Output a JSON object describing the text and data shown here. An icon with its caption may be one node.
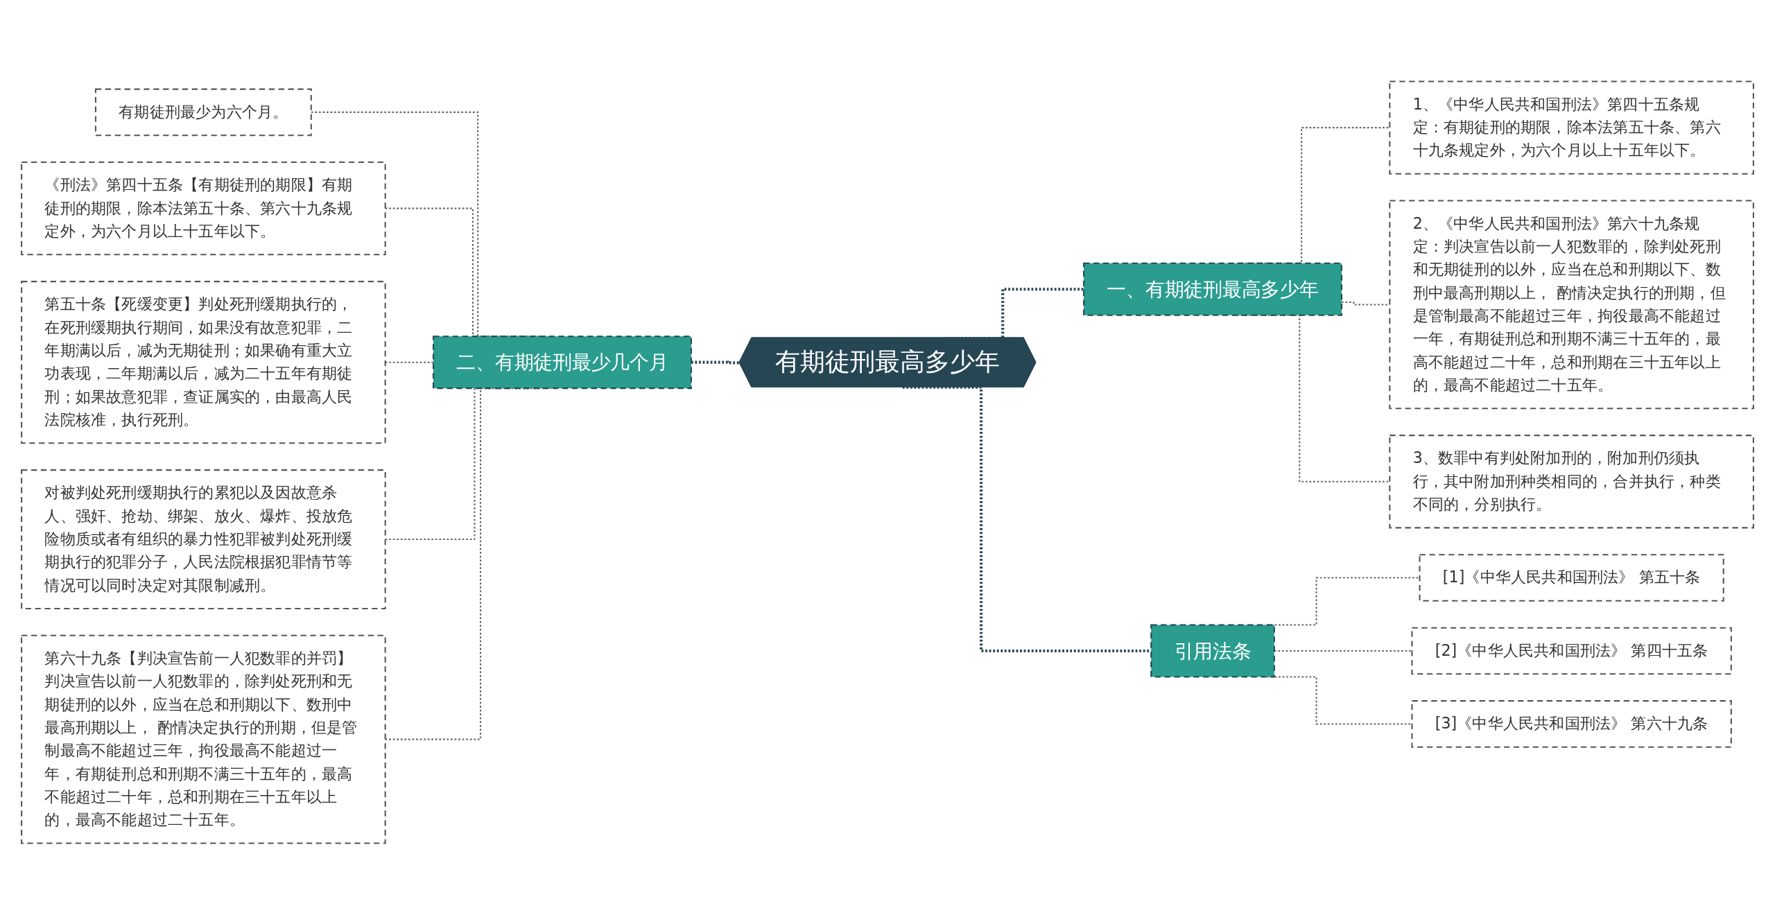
{
  "diagram": {
    "nodes": [
      {
        "text": [
          "有期徒刑最高多少年"
        ]
      },
      {
        "text": [
          "一、有期徒刑最高多少年"
        ]
      },
      {
        "text": [
          "1、《中华人民共和国刑法》第四十五条规定：有期徒刑的期限，除本法第五十条、第六十九条规定外，为六个月以上十五年以下。"
        ]
      },
      {
        "text": [
          "2、《中华人民共和国刑法》第六十九条规定：判决宣告以前一人犯数罪的，除判处死刑和无期徒刑的以外，应当在总和刑期以下、数刑中最高刑期以上， 酌情决定执行的刑期，但是管制最高不能超过三年，拘役最高不能超过一年，有期徒刑总和刑期不满三十五年的，最高不能超过二十年，总和刑期在三十五年以上的，最高不能超过二十五年。"
        ]
      },
      {
        "text": [
          "3、数罪中有判处附加刑的，附加刑仍须执行，其中附加刑种类相同的，合并执行，种类不同的，分别执行。"
        ]
      },
      {
        "text": [
          "二、有期徒刑最少几个月"
        ]
      },
      {
        "text": [
          "有期徒刑最少为六个月。"
        ]
      },
      {
        "text": [
          "《刑法》第四十五条【有期徒刑的期限】有期徒刑的期限，除本法第五十条、第六十九条规定外，为六个月以上十五年以下。"
        ]
      },
      {
        "text": [
          "第五十条【死缓变更】判处死刑缓期执行的，在死刑缓期执行期间，如果没有故意犯罪，二年期满以后，减为无期徒刑；如果确有重大立功表现，二年期满以后，减为二十五年有期徒刑；如果故意犯罪，查证属实的，由最高人民法院核准，执行死刑。"
        ]
      },
      {
        "text": [
          "对被判处死刑缓期执行的累犯以及因故意杀人、强奸、抢劫、绑架、放火、爆炸、投放危险物质或者有组织的暴力性犯罪被判处死刑缓期执行的犯罪分子，人民法院根据犯罪情节等情况可以同时决定对其限制减刑。"
        ]
      },
      {
        "text": [
          "第六十九条【判决宣告前一人犯数罪的并罚】判决宣告以前一人犯数罪的，除判处死刑和无期徒刑的以外，应当在总和刑期以下、数刑中最高刑期以上， 酌情决定执行的刑期，但是管制最高不能超过三年，拘役最高不能超过一年，有期徒刑总和刑期不满三十五年的，最高不能超过二十年，总和刑期在三十五年以上的，最高不能超过二十五年。"
        ]
      },
      {
        "text": [
          "引用法条"
        ]
      },
      {
        "text": [
          "[1]《中华人民共和国刑法》 第五十条"
        ]
      },
      {
        "text": [
          "[2]《中华人民共和国刑法》 第四十五条"
        ]
      },
      {
        "text": [
          "[3]《中华人民共和国刑法》 第六十九条"
        ]
      }
    ],
    "edges": [
      {
        "from": 0,
        "to": 1,
        "arrow": "none",
        "style": "dashed",
        "color": "#264653"
      },
      {
        "from": 1,
        "to": 2,
        "arrow": "none",
        "style": "dashed"
      },
      {
        "from": 1,
        "to": 3,
        "arrow": "none",
        "style": "dashed"
      },
      {
        "from": 1,
        "to": 4,
        "arrow": "none",
        "style": "dashed"
      },
      {
        "from": 5,
        "to": 0,
        "arrow": "none",
        "style": "dashed",
        "color": "#264653"
      },
      {
        "from": 6,
        "to": 5,
        "arrow": "none",
        "style": "dashed"
      },
      {
        "from": 7,
        "to": 5,
        "arrow": "none",
        "style": "dashed"
      },
      {
        "from": 8,
        "to": 5,
        "arrow": "none",
        "style": "dashed"
      },
      {
        "from": 9,
        "to": 5,
        "arrow": "none",
        "style": "dashed"
      },
      {
        "from": 10,
        "to": 5,
        "arrow": "none",
        "style": "dashed"
      },
      {
        "from": 0,
        "to": 11,
        "arrow": "none",
        "style": "dashed",
        "color": "#264653"
      },
      {
        "from": 11,
        "to": 12,
        "arrow": "none",
        "style": "dashed"
      },
      {
        "from": 11,
        "to": 13,
        "arrow": "none",
        "style": "dashed"
      },
      {
        "from": 11,
        "to": 14,
        "arrow": "none",
        "style": "dashed"
      }
    ]
  }
}
